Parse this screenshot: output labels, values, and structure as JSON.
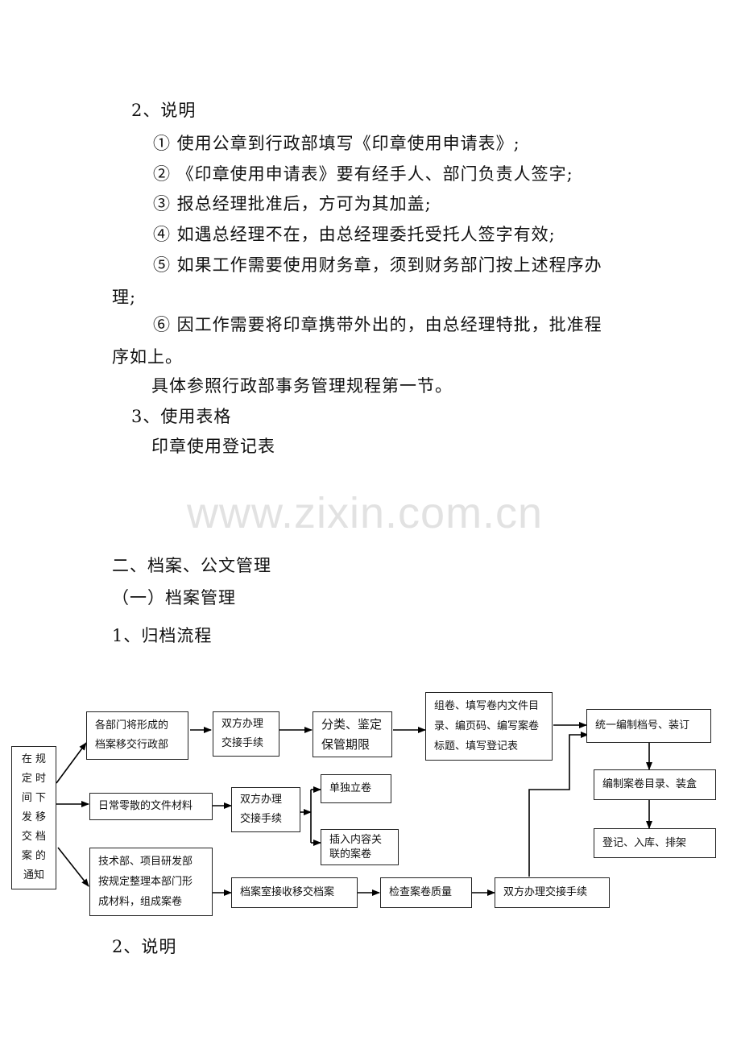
{
  "section2_title": "2、说明",
  "items": [
    "① 使用公章到行政部填写《印章使用申请表》;",
    "② 《印章使用申请表》要有经手人、部门负责人签字;",
    "③ 报总经理批准后，方可为其加盖;",
    "④ 如遇总经理不在，由总经理委托受托人签字有效;",
    "⑤ 如果工作需要使用财务章，须到财务部门按上述程序办",
    "理;",
    "⑥ 因工作需要将印章携带外出的，由总经理特批，批准程",
    "序如上。"
  ],
  "reference": "具体参照行政部事务管理规程第一节。",
  "section3_title": "3、使用表格",
  "section3_item": "印章使用登记表",
  "watermark": "www.zixin.com.cn",
  "chapter_title": "二、档案、公文管理",
  "subsection_title": "（一）档案管理",
  "flow_title": "1、归档流程",
  "flowchart": {
    "start": "在规定时间下发移交档案的通知",
    "start_lines": [
      "在 规",
      "定 时",
      "间 下",
      "发 移",
      "交 档",
      "案 的",
      "通知"
    ],
    "branch1": {
      "step1": [
        "各部门将形成的",
        "档案移交行政部"
      ],
      "step2": [
        "双方办理",
        "交接手续"
      ],
      "step3": [
        "分类、鉴定",
        "保管期限"
      ],
      "step4": [
        "组卷、填写卷内文件目",
        "录、编页码、编写案卷",
        "标题、填写登记表"
      ]
    },
    "branch2": {
      "step1": "日常零散的文件材料",
      "step2": [
        "双方办理",
        "交接手续"
      ],
      "option_a": "单独立卷",
      "option_b": [
        "插入内容关",
        "联的案卷"
      ]
    },
    "branch3": {
      "step1": [
        "技术部、项目研发部",
        "按规定整理本部门形",
        "成材料，组成案卷"
      ],
      "step2": "档案室接收移交档案",
      "step3": "检查案卷质量",
      "step4": "双方办理交接手续"
    },
    "final": {
      "step1": "统一编制档号、装订",
      "step2": "编制案卷目录、装盒",
      "step3": "登记、入库、排架"
    }
  },
  "section2b_title": "2、说明"
}
